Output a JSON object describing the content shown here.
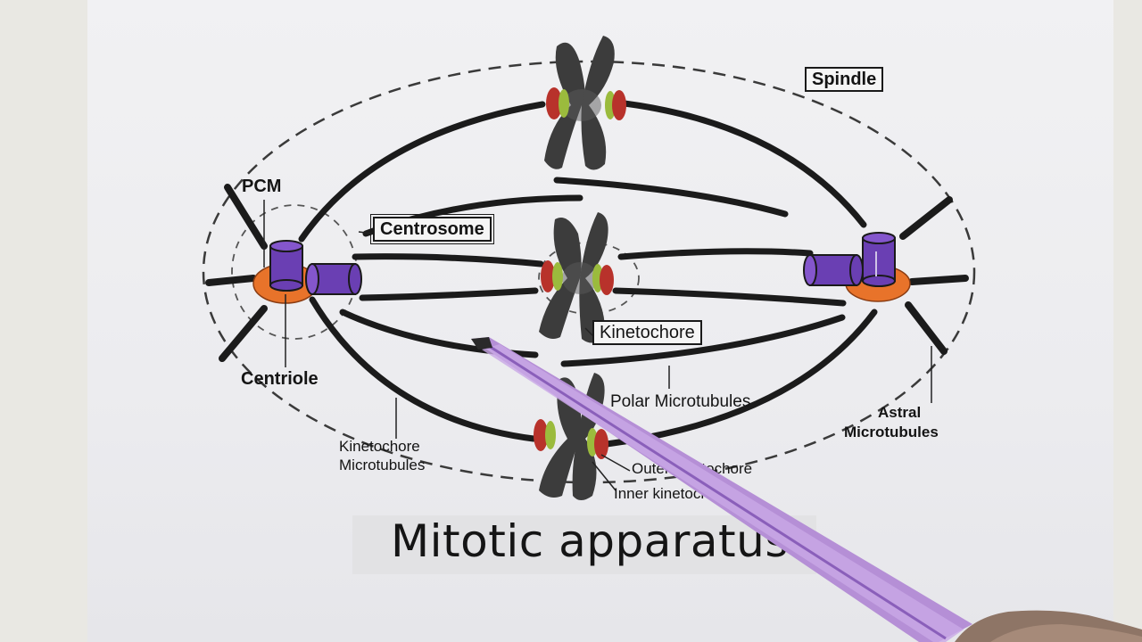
{
  "title": "Mitotic apparatus",
  "labels": {
    "spindle": "Spindle",
    "pcm": "PCM",
    "centrosome": "Centrosome",
    "centriole": "Centriole",
    "kinetochore": "Kinetochore",
    "polar_microtubules": "Polar Microtubules",
    "astral_microtubules_line1": "Astral",
    "astral_microtubules_line2": "Microtubules",
    "kinetochore_microtubules_line1": "Kinetochore",
    "kinetochore_microtubules_line2": "Microtubules",
    "outer_kinetochore": "Outer kinetochore",
    "inner_kinetochore": "Inner kinetochore"
  },
  "colors": {
    "chromosome": "#3c3c3c",
    "microtubule": "#1e1e1e",
    "centriole": "#6a3fb3",
    "pcm": "#e8732a",
    "outer_kinetochore": "#b8322b",
    "inner_kinetochore": "#9bbb3d",
    "pointer": "#b58fd6"
  }
}
